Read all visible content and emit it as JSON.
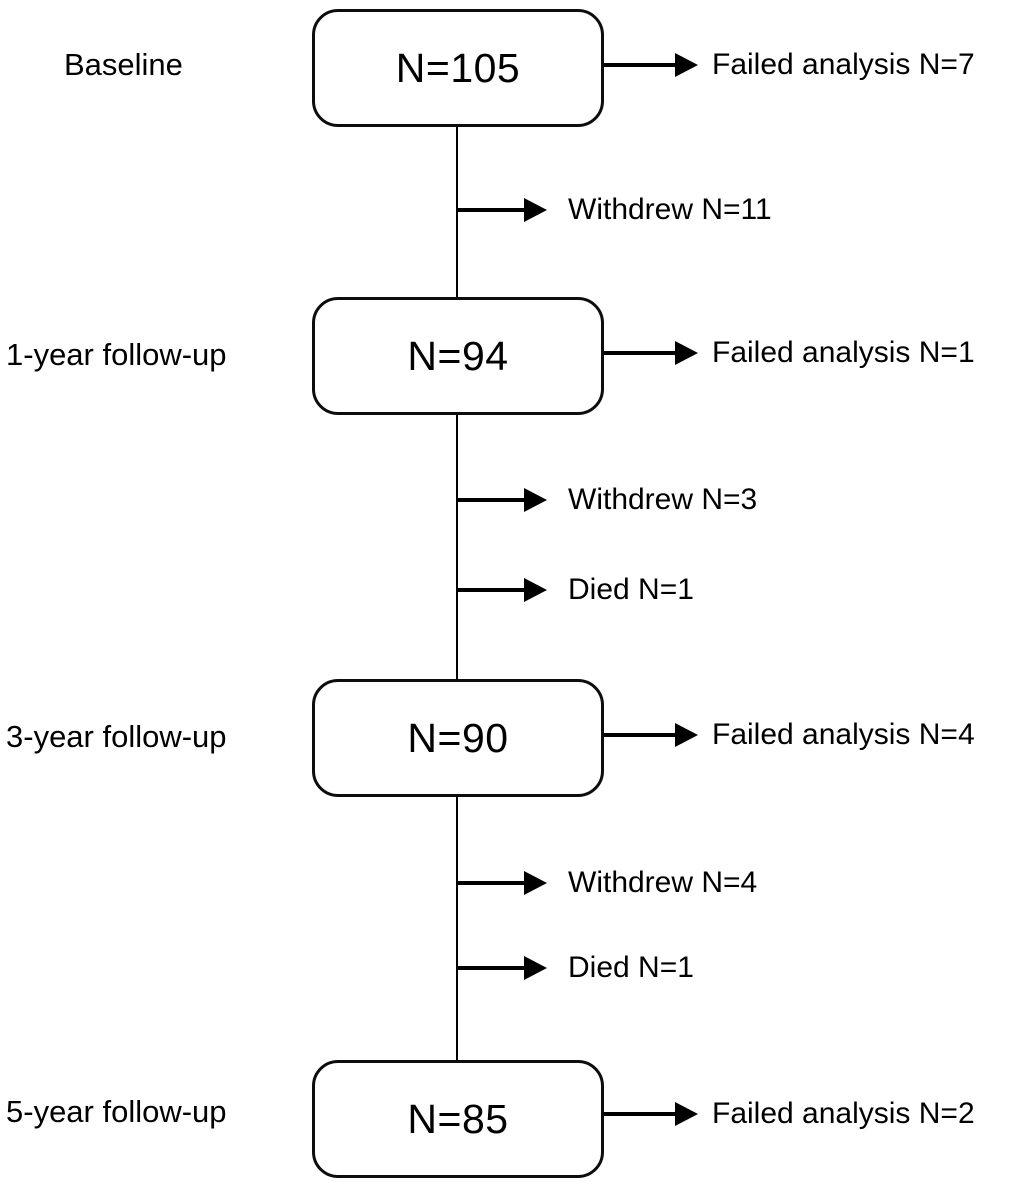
{
  "diagram": {
    "type": "participant-flow-chart",
    "stages": [
      {
        "label": "Baseline",
        "n": "N=105",
        "side_note": "Failed analysis N=7"
      },
      {
        "label": "1-year follow-up",
        "n": "N=94",
        "side_note": "Failed analysis N=1"
      },
      {
        "label": "3-year follow-up",
        "n": "N=90",
        "side_note": "Failed analysis N=4"
      },
      {
        "label": "5-year follow-up",
        "n": "N=85",
        "side_note": "Failed analysis N=2"
      }
    ],
    "transitions": [
      {
        "events": [
          "Withdrew N=11"
        ]
      },
      {
        "events": [
          "Withdrew N=3",
          "Died N=1"
        ]
      },
      {
        "events": [
          "Withdrew N=4",
          "Died N=1"
        ]
      }
    ],
    "colors": {
      "background": "#ffffff",
      "line": "#000000",
      "box_border": "#0d0d0d",
      "text": "#000000"
    }
  }
}
